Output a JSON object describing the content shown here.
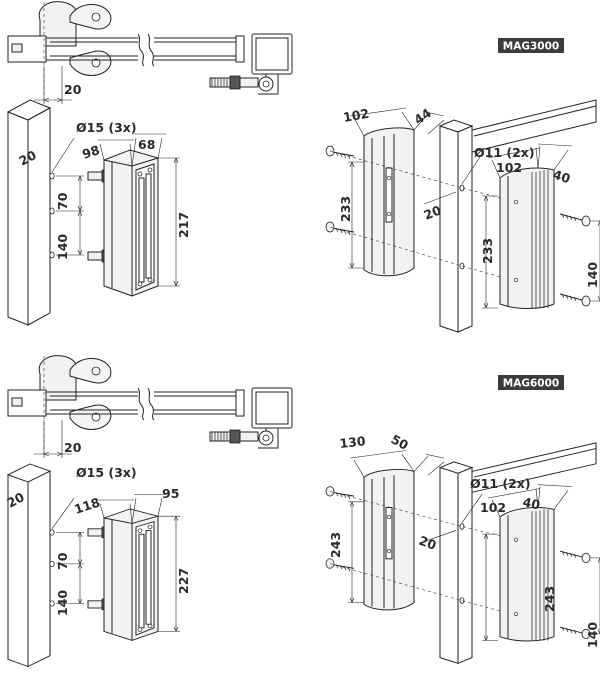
{
  "models": [
    {
      "name": "MAG3000",
      "top_dim": "20",
      "post_dim": "20",
      "hole_label": "Ø15 (3x)",
      "spacing_top": "70",
      "spacing_bottom": "140",
      "bracket_depth": "98",
      "bracket_width": "68",
      "bracket_height": "217",
      "lock_depth": "102",
      "lock_offset": "44",
      "lock_height": "233",
      "plate_hole_label": "Ø11 (2x)",
      "plate_gap": "20",
      "plate_width": "102",
      "plate_depth": "40",
      "plate_height": "233",
      "plate_spacing": "140"
    },
    {
      "name": "MAG6000",
      "top_dim": "20",
      "post_dim": "20",
      "hole_label": "Ø15 (3x)",
      "spacing_top": "70",
      "spacing_bottom": "140",
      "bracket_depth": "118",
      "bracket_width": "95",
      "bracket_height": "227",
      "lock_depth": "130",
      "lock_offset": "50",
      "lock_height": "243",
      "plate_hole_label": "Ø11 (2x)",
      "plate_gap": "20",
      "plate_width": "102",
      "plate_depth": "40",
      "plate_height": "243",
      "plate_spacing": "140"
    }
  ]
}
